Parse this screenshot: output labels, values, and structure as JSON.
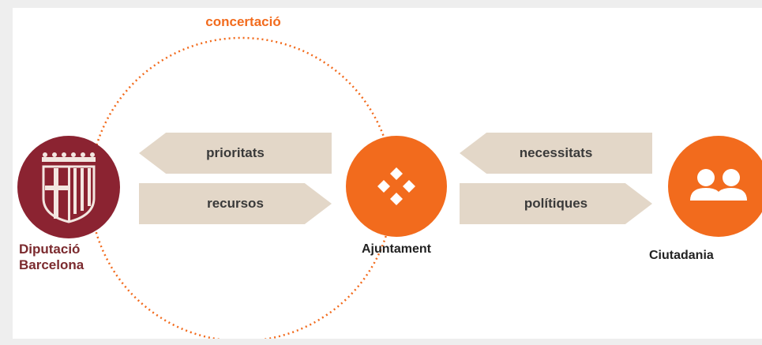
{
  "title": "concertació",
  "arrows": {
    "prioritats": "prioritats",
    "recursos": "recursos",
    "necessitats": "necessitats",
    "politiques": "polítiques"
  },
  "nodes": {
    "diputacio": {
      "line1": "Diputació",
      "line2": "Barcelona",
      "color": "#8b2331"
    },
    "ajuntament": {
      "label": "Ajuntament",
      "color": "#f26b1d"
    },
    "ciutadania": {
      "label": "Ciutadania",
      "color": "#f26b1d"
    }
  },
  "colors": {
    "accent": "#f26b1d",
    "arrow_fill": "#e3d7c8",
    "brand_dark_red": "#8b2331"
  },
  "icons": {
    "diputacio": "coat-of-arms-icon",
    "ajuntament": "diamond-cluster-icon",
    "ciutadania": "people-icon"
  }
}
